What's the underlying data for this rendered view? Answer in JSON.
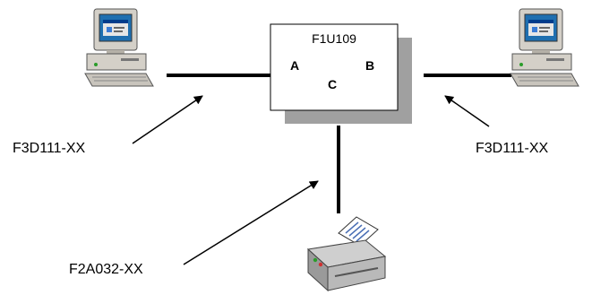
{
  "switch_box": {
    "model": "F1U109",
    "port_a": "A",
    "port_b": "B",
    "port_c": "C"
  },
  "cables": {
    "left": "F3D111-XX",
    "right": "F3D111-XX",
    "bottom": "F2A032-XX"
  },
  "devices": {
    "left_icon": "desktop-computer-icon",
    "right_icon": "desktop-computer-icon",
    "bottom_icon": "printer-icon"
  },
  "colors": {
    "line": "#000000",
    "box_shadow": "#a0a0a0",
    "monitor_body": "#d4d0c8",
    "screen": "#1f6fb0"
  }
}
